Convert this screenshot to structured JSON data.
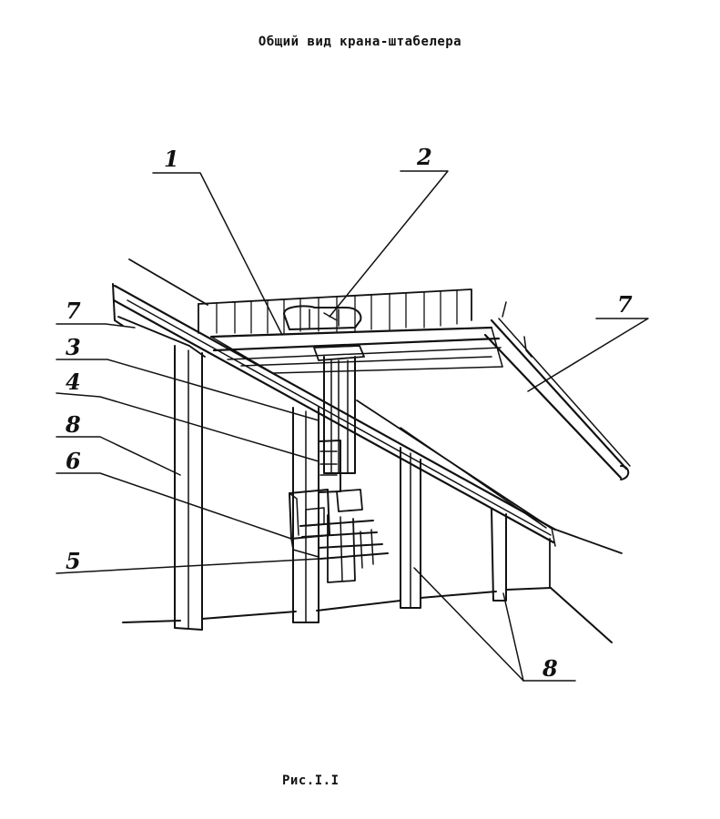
{
  "title": "Общий вид крана-штабелера",
  "caption": "Рис.I.I",
  "callouts": {
    "c1": "1",
    "c2": "2",
    "c3": "3",
    "c4": "4",
    "c5": "5",
    "c6": "6",
    "c7_left": "7",
    "c7_right": "7",
    "c8_left": "8",
    "c8_right": "8"
  },
  "colors": {
    "ink": "#111111",
    "paper": "#ffffff"
  }
}
